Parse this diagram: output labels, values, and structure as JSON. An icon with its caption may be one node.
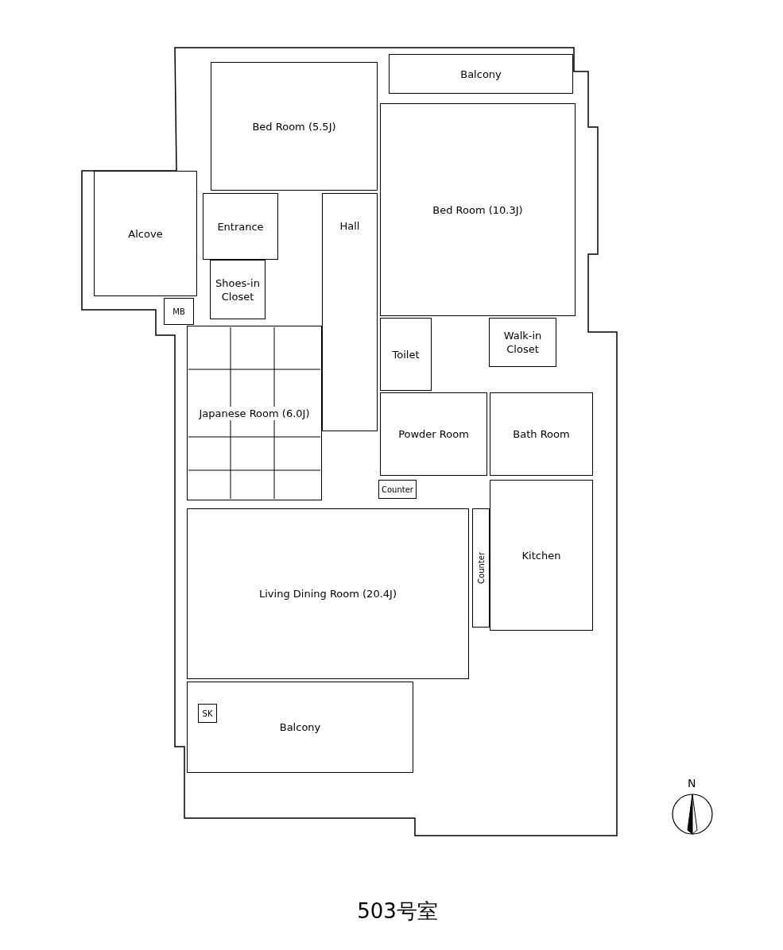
{
  "diagram": {
    "caption": "503号室",
    "nodes": [
      {
        "text": [
          "Bed Room (5.5J)"
        ]
      },
      {
        "text": [
          "Balcony"
        ]
      },
      {
        "text": [
          "Bed Room (10.3J)"
        ]
      },
      {
        "text": [
          "Alcove"
        ]
      },
      {
        "text": [
          "Entrance"
        ]
      },
      {
        "text": [
          "Hall"
        ]
      },
      {
        "text": [
          "Shoes-in Closet"
        ]
      },
      {
        "text": [
          "MB"
        ]
      },
      {
        "text": [
          "Toilet"
        ]
      },
      {
        "text": [
          "Walk-in Closet"
        ]
      },
      {
        "text": [
          "Japanese Room (6.0J)"
        ]
      },
      {
        "text": [
          "Powder Room"
        ]
      },
      {
        "text": [
          "Bath Room"
        ]
      },
      {
        "text": [
          "Counter"
        ]
      },
      {
        "text": [
          "Kitchen"
        ]
      },
      {
        "text": [
          "Counter"
        ]
      },
      {
        "text": [
          "Living Dining Room (20.4J)"
        ]
      },
      {
        "text": [
          "Balcony"
        ]
      },
      {
        "text": [
          "SK"
        ],
        "in": 17
      }
    ],
    "labels": [
      "N"
    ]
  }
}
